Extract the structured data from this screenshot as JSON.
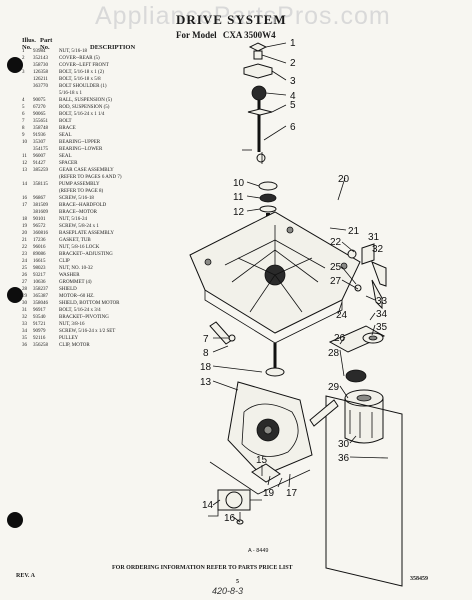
{
  "watermark": "AppliancePartsPros.com",
  "header": {
    "title": "DRIVE SYSTEM",
    "model_prefix": "For Model",
    "model": "CXA 3500W4"
  },
  "table_header": {
    "col_key_line1": "Illus.",
    "col_key_line2": "No.",
    "col_part_line1": "Part",
    "col_part_line2": "No.",
    "col_desc": "DESCRIPTION"
  },
  "parts": [
    {
      "key": "1",
      "part": "93984",
      "desc": "NUT, 5/16-18"
    },
    {
      "key": "2",
      "part": "352143",
      "desc": "COVER--REAR (5)"
    },
    {
      "key": "",
      "part": "358730",
      "desc": "COVER--LEFT FRONT"
    },
    {
      "key": "3",
      "part": "126358",
      "desc": "BOLT, 5/16-18 x 1 (2)"
    },
    {
      "key": "",
      "part": "126211",
      "desc": "BOLT, 5/16-18 x 5/8"
    },
    {
      "key": "",
      "part": "363770",
      "desc": "BOLT SHOULDER (1)"
    },
    {
      "key": "",
      "part": "",
      "desc": "5/16-18 x 1"
    },
    {
      "key": "4",
      "part": "90075",
      "desc": "BALL, SUSPENSION (5)"
    },
    {
      "key": "5",
      "part": "67270",
      "desc": "ROD, SUSPENSION (5)"
    },
    {
      "key": "6",
      "part": "90065",
      "desc": "BOLT, 5/16-24 x 1 1/4"
    },
    {
      "key": "7",
      "part": "355651",
      "desc": "BOLT"
    },
    {
      "key": "8",
      "part": "358748",
      "desc": "BRACE"
    },
    {
      "key": "9",
      "part": "91936",
      "desc": "SEAL"
    },
    {
      "key": "10",
      "part": "35307",
      "desc": "BEARING--UPPER"
    },
    {
      "key": "",
      "part": "354175",
      "desc": "BEARING--LOWER"
    },
    {
      "key": "11",
      "part": "96007",
      "desc": "SEAL"
    },
    {
      "key": "12",
      "part": "91427",
      "desc": "SPACER"
    },
    {
      "key": "13",
      "part": "385259",
      "desc": "GEAR CASE ASSEMBLY"
    },
    {
      "key": "",
      "part": "",
      "desc": "(REFER TO PAGES 6 AND 7)"
    },
    {
      "key": "14",
      "part": "358115",
      "desc": "PUMP ASSEMBLY"
    },
    {
      "key": "",
      "part": "",
      "desc": "(REFER TO PAGE 8)"
    },
    {
      "key": "16",
      "part": "96867",
      "desc": "SCREW, 5/16-18"
    },
    {
      "key": "17",
      "part": "381509",
      "desc": "BRACE--HARDFOLD"
    },
    {
      "key": "",
      "part": "381609",
      "desc": "BRACE--MOTOR"
    },
    {
      "key": "18",
      "part": "90101",
      "desc": "NUT, 5/16-24"
    },
    {
      "key": "19",
      "part": "96572",
      "desc": "SCREW, 5/8-24 x 1"
    },
    {
      "key": "20",
      "part": "360816",
      "desc": "BASEPLATE ASSEMBLY"
    },
    {
      "key": "21",
      "part": "17236",
      "desc": "GASKET, TUB"
    },
    {
      "key": "22",
      "part": "96016",
      "desc": "NUT, 5/8-16 LOCK"
    },
    {
      "key": "23",
      "part": "89086",
      "desc": "BRACKET--ADJUSTING"
    },
    {
      "key": "24",
      "part": "16615",
      "desc": "CLIP"
    },
    {
      "key": "25",
      "part": "98023",
      "desc": "NUT, NO. 10-32"
    },
    {
      "key": "26",
      "part": "93217",
      "desc": "WASHER"
    },
    {
      "key": "27",
      "part": "10636",
      "desc": "GROMMET (4)"
    },
    {
      "key": "28",
      "part": "358237",
      "desc": "SHIELD"
    },
    {
      "key": "29",
      "part": "365387",
      "desc": "MOTOR--60 HZ."
    },
    {
      "key": "30",
      "part": "358046",
      "desc": "SHIELD, BOTTOM MOTOR"
    },
    {
      "key": "31",
      "part": "96917",
      "desc": "BOLT, 5/16-24 x 3/4"
    },
    {
      "key": "32",
      "part": "93540",
      "desc": "BRACKET--PIVOTING"
    },
    {
      "key": "33",
      "part": "91721",
      "desc": "NUT, 3/8-16"
    },
    {
      "key": "34",
      "part": "90979",
      "desc": "SCREW, 5/16-24 x 1/2 SET"
    },
    {
      "key": "35",
      "part": "92116",
      "desc": "PULLEY"
    },
    {
      "key": "36",
      "part": "356258",
      "desc": "CLIP, MOTOR"
    }
  ],
  "callouts": [
    "1",
    "2",
    "3",
    "4",
    "5",
    "6",
    "20",
    "10",
    "11",
    "12",
    "21",
    "22",
    "31",
    "32",
    "25",
    "27",
    "33",
    "34",
    "35",
    "7",
    "8",
    "18",
    "13",
    "24",
    "26",
    "28",
    "29",
    "30",
    "36",
    "15",
    "19",
    "17",
    "14",
    "16"
  ],
  "diagram_ref": "A - 8449",
  "footer": {
    "rev": "REV. A",
    "ordering_note": "FOR ORDERING INFORMATION REFER TO PARTS PRICE LIST",
    "page": "5",
    "doc_number": "358459",
    "handwritten": "420-8-3"
  },
  "colors": {
    "paper": "#f7f6f1",
    "ink": "#1a1a1a",
    "watermark": "#d9d9d9",
    "punch_hole": "#0d0d0d"
  }
}
